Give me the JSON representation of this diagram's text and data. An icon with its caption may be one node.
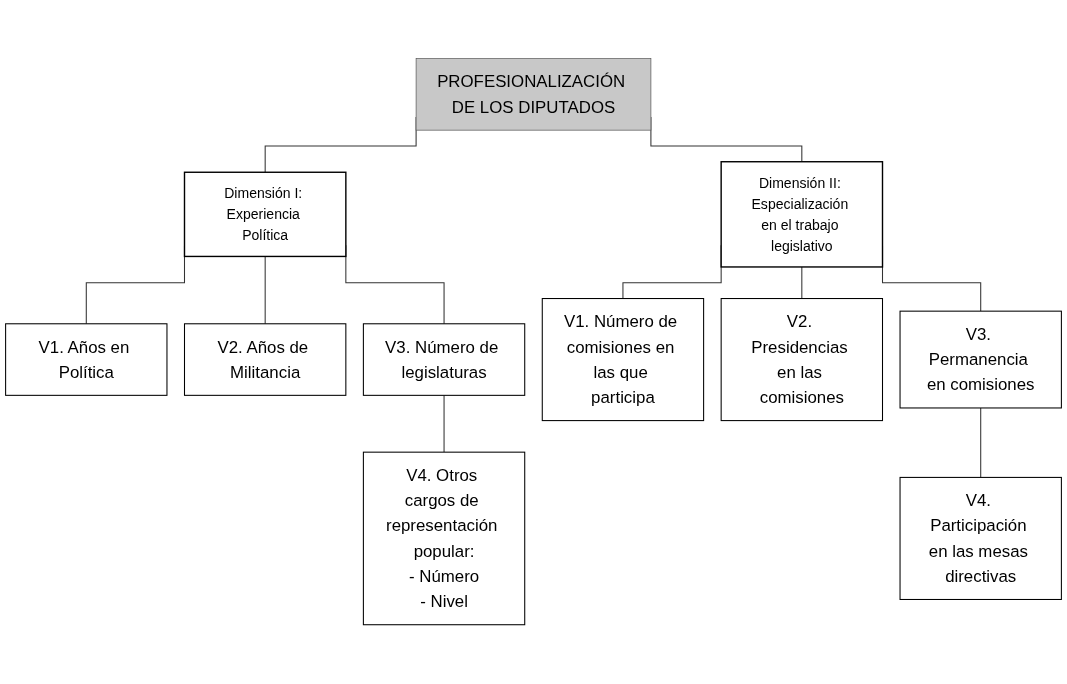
{
  "diagram": {
    "nodes": [
      {
        "text": [
          "PROFESIONALIZACIÓN DE LOS DIPUTADOS"
        ]
      },
      {
        "text": [
          "Dimensión I: Experiencia Política"
        ]
      },
      {
        "text": [
          "Dimensión II: Especialización en el trabajo legislativo"
        ]
      },
      {
        "text": [
          "V1. Años en Política"
        ]
      },
      {
        "text": [
          "V2. Años de Militancia"
        ]
      },
      {
        "text": [
          "V3. Número de legislaturas"
        ]
      },
      {
        "text": [
          "V1. Número de comisiones en las que participa"
        ]
      },
      {
        "text": [
          "V2. Presidencias en las comisiones"
        ]
      },
      {
        "text": [
          "V3. Permanencia en comisiones"
        ]
      },
      {
        "text": [
          "V4. Otros cargos de representación popular:",
          "- Número",
          "- Nivel"
        ]
      },
      {
        "text": [
          "V4. Participación en las mesas directivas"
        ]
      }
    ],
    "edges": [
      {
        "from": 0,
        "to": 1,
        "arrow": "none"
      },
      {
        "from": 0,
        "to": 2,
        "arrow": "none"
      },
      {
        "from": 1,
        "to": 3,
        "arrow": "none"
      },
      {
        "from": 1,
        "to": 4,
        "arrow": "none"
      },
      {
        "from": 1,
        "to": 5,
        "arrow": "none"
      },
      {
        "from": 2,
        "to": 6,
        "arrow": "none"
      },
      {
        "from": 2,
        "to": 7,
        "arrow": "none"
      },
      {
        "from": 2,
        "to": 8,
        "arrow": "none"
      },
      {
        "from": 5,
        "to": 9,
        "arrow": "none"
      },
      {
        "from": 8,
        "to": 10,
        "arrow": "none"
      }
    ]
  }
}
